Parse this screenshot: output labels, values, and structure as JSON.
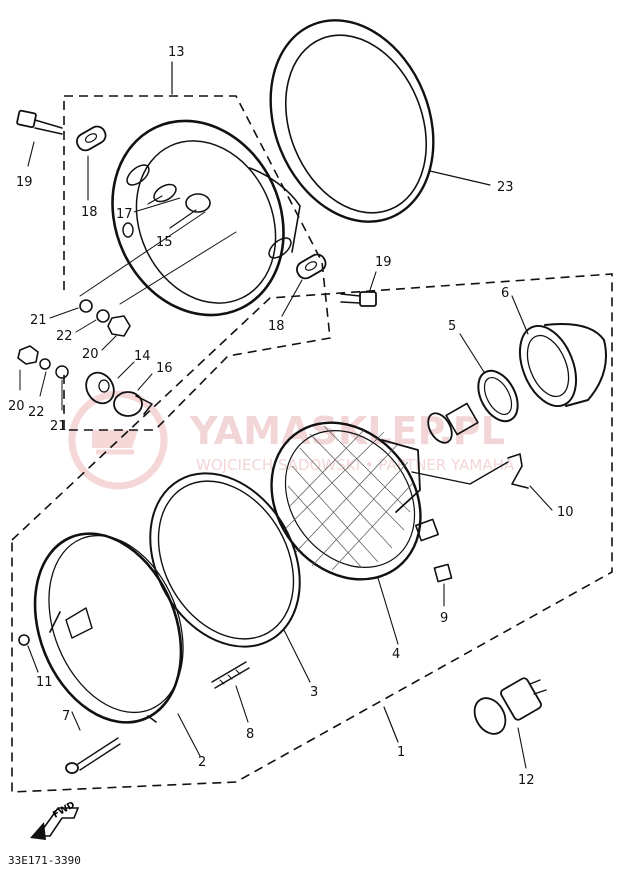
{
  "diagram": {
    "part_code": "33E171-3390",
    "fwd_label": "FWD",
    "watermark": {
      "brand": "YAMASKLEP.PL",
      "tagline": "WOJCIECH SADOWSKI • PARTNER YAMAHA"
    },
    "labels": {
      "n1": "1",
      "n2": "2",
      "n3": "3",
      "n4": "4",
      "n5": "5",
      "n6": "6",
      "n7": "7",
      "n8": "8",
      "n9": "9",
      "n10": "10",
      "n11": "11",
      "n12": "12",
      "n13": "13",
      "n14": "14",
      "n15": "15",
      "n16": "16",
      "n17": "17",
      "n18a": "18",
      "n18b": "18",
      "n19a": "19",
      "n19b": "19",
      "n20a": "20",
      "n20b": "20",
      "n21a": "21",
      "n21b": "21",
      "n22a": "22",
      "n22b": "22",
      "n23": "23"
    }
  }
}
